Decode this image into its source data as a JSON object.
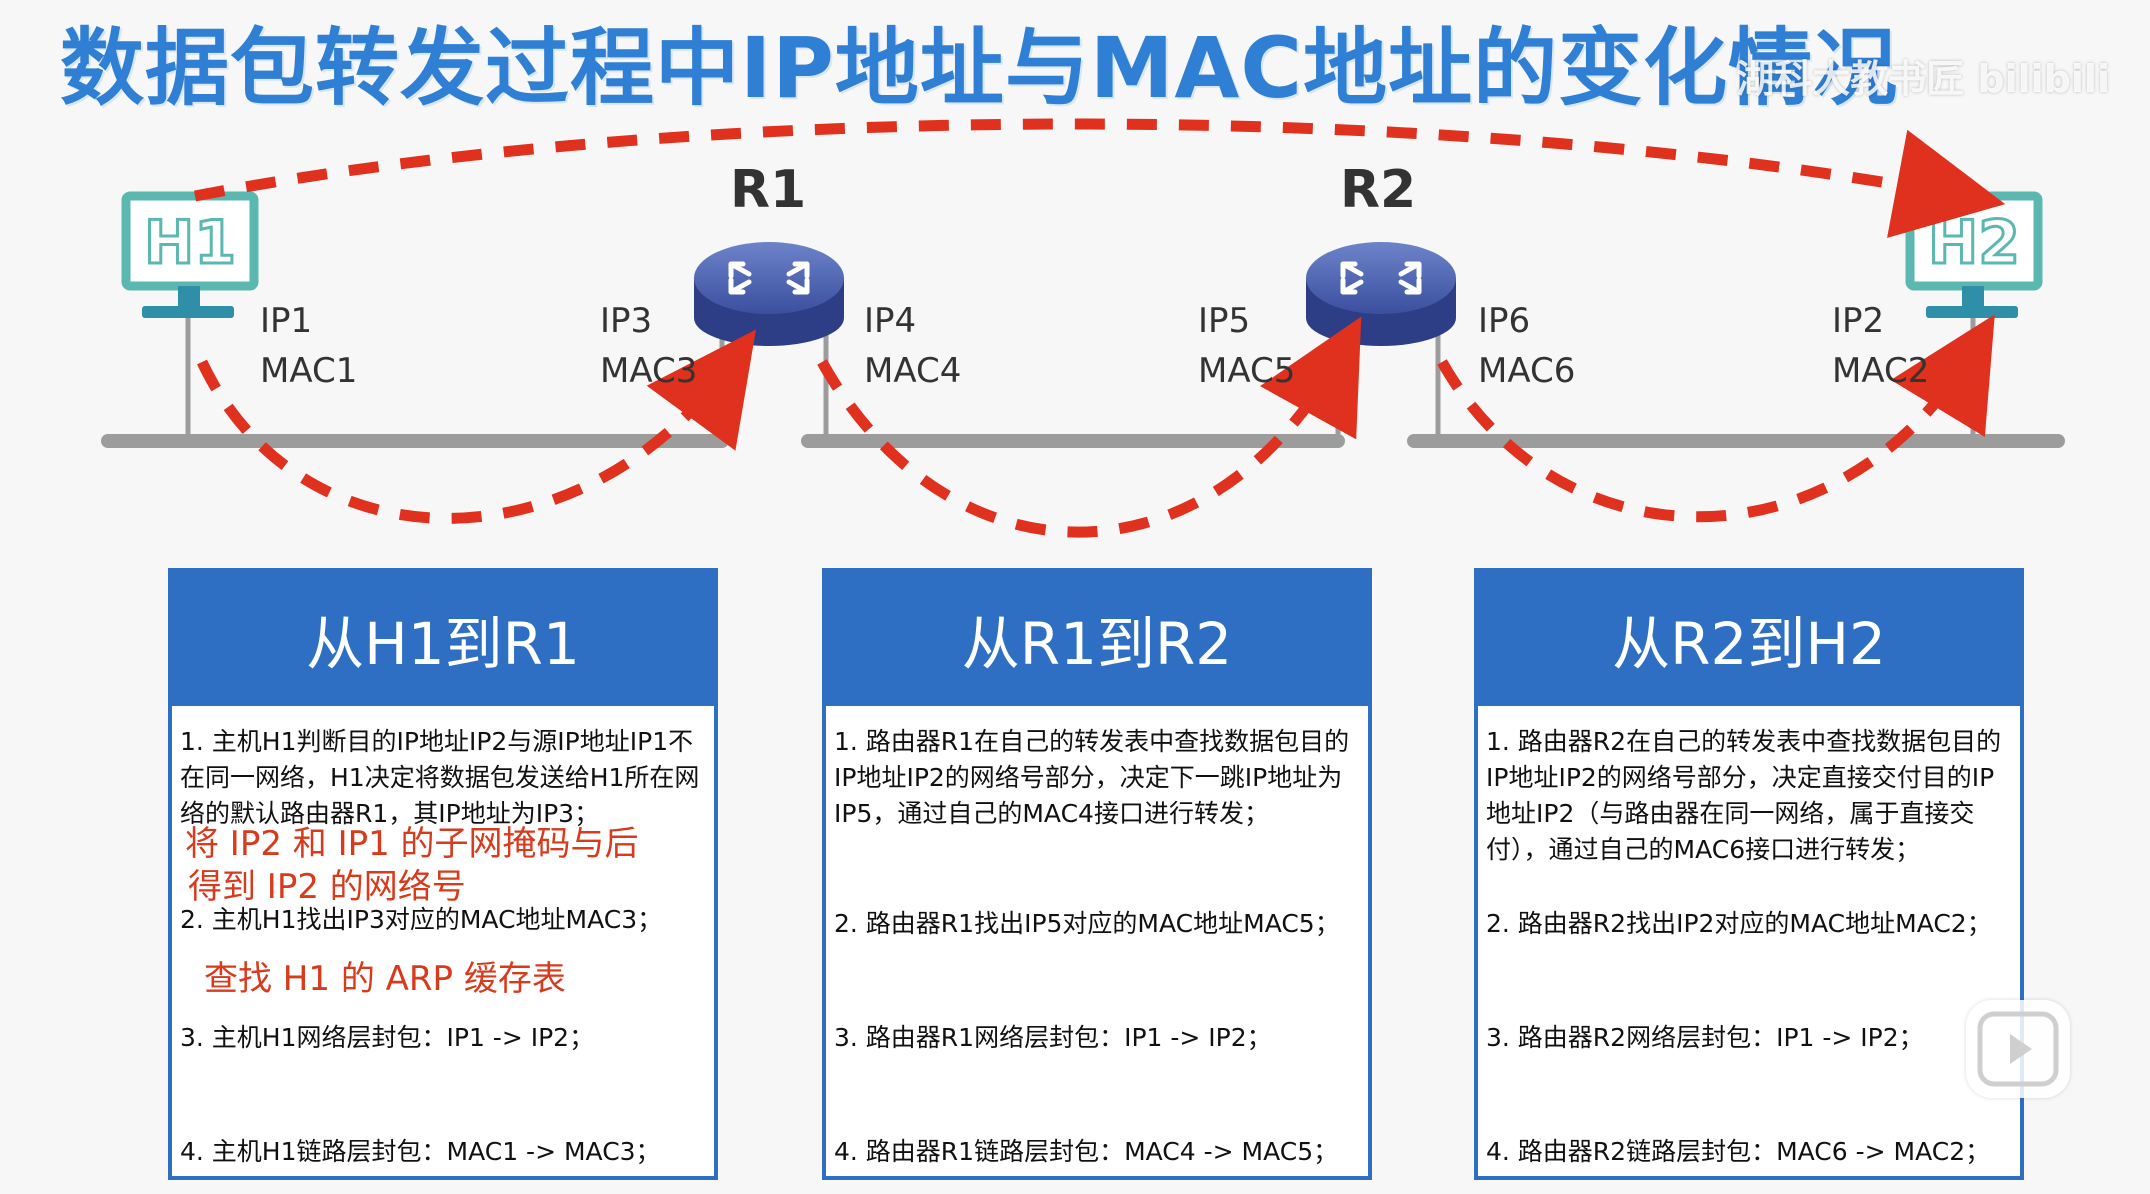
{
  "title": "数据包转发过程中IP地址与MAC地址的变化情况",
  "watermark": "湖科大教书匠 bilibili",
  "hosts": {
    "h1": "H1",
    "h2": "H2"
  },
  "routers": {
    "r1": "R1",
    "r2": "R2"
  },
  "interfaces": [
    {
      "ip": "IP1",
      "mac": "MAC1"
    },
    {
      "ip": "IP3",
      "mac": "MAC3"
    },
    {
      "ip": "IP4",
      "mac": "MAC4"
    },
    {
      "ip": "IP5",
      "mac": "MAC5"
    },
    {
      "ip": "IP6",
      "mac": "MAC6"
    },
    {
      "ip": "IP2",
      "mac": "MAC2"
    }
  ],
  "panels": [
    {
      "title": "从H1到R1",
      "steps": [
        "1. 主机H1判断目的IP地址IP2与源IP地址IP1不在同一网络，H1决定将数据包发送给H1所在网络的默认路由器R1，其IP地址为IP3；",
        "2. 主机H1找出IP3对应的MAC地址MAC3；",
        "3. 主机H1网络层封包：IP1 -> IP2；",
        "4. 主机H1链路层封包：MAC1 -> MAC3；"
      ],
      "notes": [
        "将 IP2 和 IP1 的子网掩码与后",
        "得到 IP2 的网络号",
        "查找 H1 的 ARP 缓存表"
      ]
    },
    {
      "title": "从R1到R2",
      "steps": [
        "1. 路由器R1在自己的转发表中查找数据包目的IP地址IP2的网络号部分，决定下一跳IP地址为IP5，通过自己的MAC4接口进行转发；",
        "2. 路由器R1找出IP5对应的MAC地址MAC5；",
        "3. 路由器R1网络层封包：IP1 -> IP2；",
        "4. 路由器R1链路层封包：MAC4 -> MAC5；"
      ]
    },
    {
      "title": "从R2到H2",
      "steps": [
        "1. 路由器R2在自己的转发表中查找数据包目的IP地址IP2的网络号部分，决定直接交付目的IP地址IP2（与路由器在同一网络，属于直接交付），通过自己的MAC6接口进行转发；",
        "2. 路由器R2找出IP2对应的MAC地址MAC2；",
        "3. 路由器R2网络层封包：IP1 -> IP2；",
        "4. 路由器R2链路层封包：MAC6 -> MAC2；"
      ]
    }
  ],
  "colors": {
    "title": "#2f7fd4",
    "panel": "#2e6fc4",
    "arrow": "#e0301e",
    "note": "#d83a1c",
    "host": "#5bb8b0",
    "router": "#3c4f9c",
    "link": "#9a9a9a"
  },
  "icons": [
    "monitor-icon",
    "router-icon",
    "play-icon"
  ]
}
